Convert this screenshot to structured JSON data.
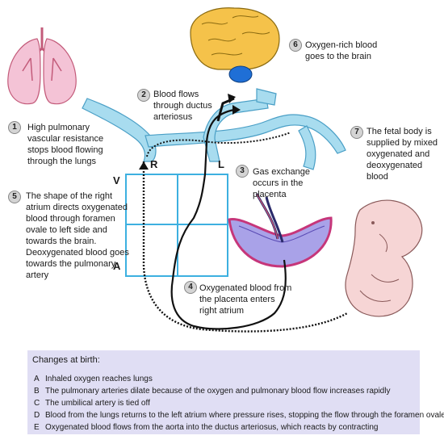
{
  "steps": [
    {
      "num": "1",
      "lines": [
        "High pulmonary",
        "vascular resistance",
        "stops blood flowing",
        "through the lungs"
      ]
    },
    {
      "num": "2",
      "lines": [
        "Blood flows",
        "through ductus",
        "arteriosus"
      ]
    },
    {
      "num": "3",
      "lines": [
        "Gas exchange",
        "occurs in the",
        "placenta"
      ]
    },
    {
      "num": "4",
      "lines": [
        "Oxygenated blood from",
        "the placenta enters",
        "right atrium"
      ]
    },
    {
      "num": "5",
      "lines": [
        "The shape of the right",
        "atrium directs oxygenated",
        "blood through foramen",
        "ovale to left side and",
        "towards the brain.",
        "Deoxygenated blood goes",
        "towards the pulmonary",
        "artery"
      ]
    },
    {
      "num": "6",
      "lines": [
        "Oxygen-rich blood",
        "goes to the brain"
      ]
    },
    {
      "num": "7",
      "lines": [
        "The fetal body is",
        "supplied by mixed",
        "oxygenated and",
        "deoxygenated blood"
      ]
    }
  ],
  "heart_letters": {
    "r": "R",
    "l": "L",
    "v": "V",
    "a": "A"
  },
  "changes": {
    "title": "Changes at birth:",
    "items": [
      {
        "key": "A",
        "text": "Inhaled oxygen reaches lungs"
      },
      {
        "key": "B",
        "text": "The pulmonary arteries dilate because of the oxygen and pulmonary blood flow increases rapidly"
      },
      {
        "key": "C",
        "text": "The umbilical artery is tied off"
      },
      {
        "key": "D",
        "text": "Blood from the lungs returns to the left atrium where pressure rises, stopping the flow through the foramen ovale"
      },
      {
        "key": "E",
        "text": "Oxygenated blood flows from the aorta into the ductus arteriosus, which reacts by contracting"
      }
    ]
  },
  "colors": {
    "vessel": "#a8dcef",
    "vessel_outline": "#4a9fc6",
    "heart_grid": "#3db0e0",
    "lung": "#f4c3d6",
    "brain": "#f5c24a",
    "placenta": "#a9a2e8",
    "fetus": "#f6d5d5",
    "changes_bg": "#e0def4"
  }
}
